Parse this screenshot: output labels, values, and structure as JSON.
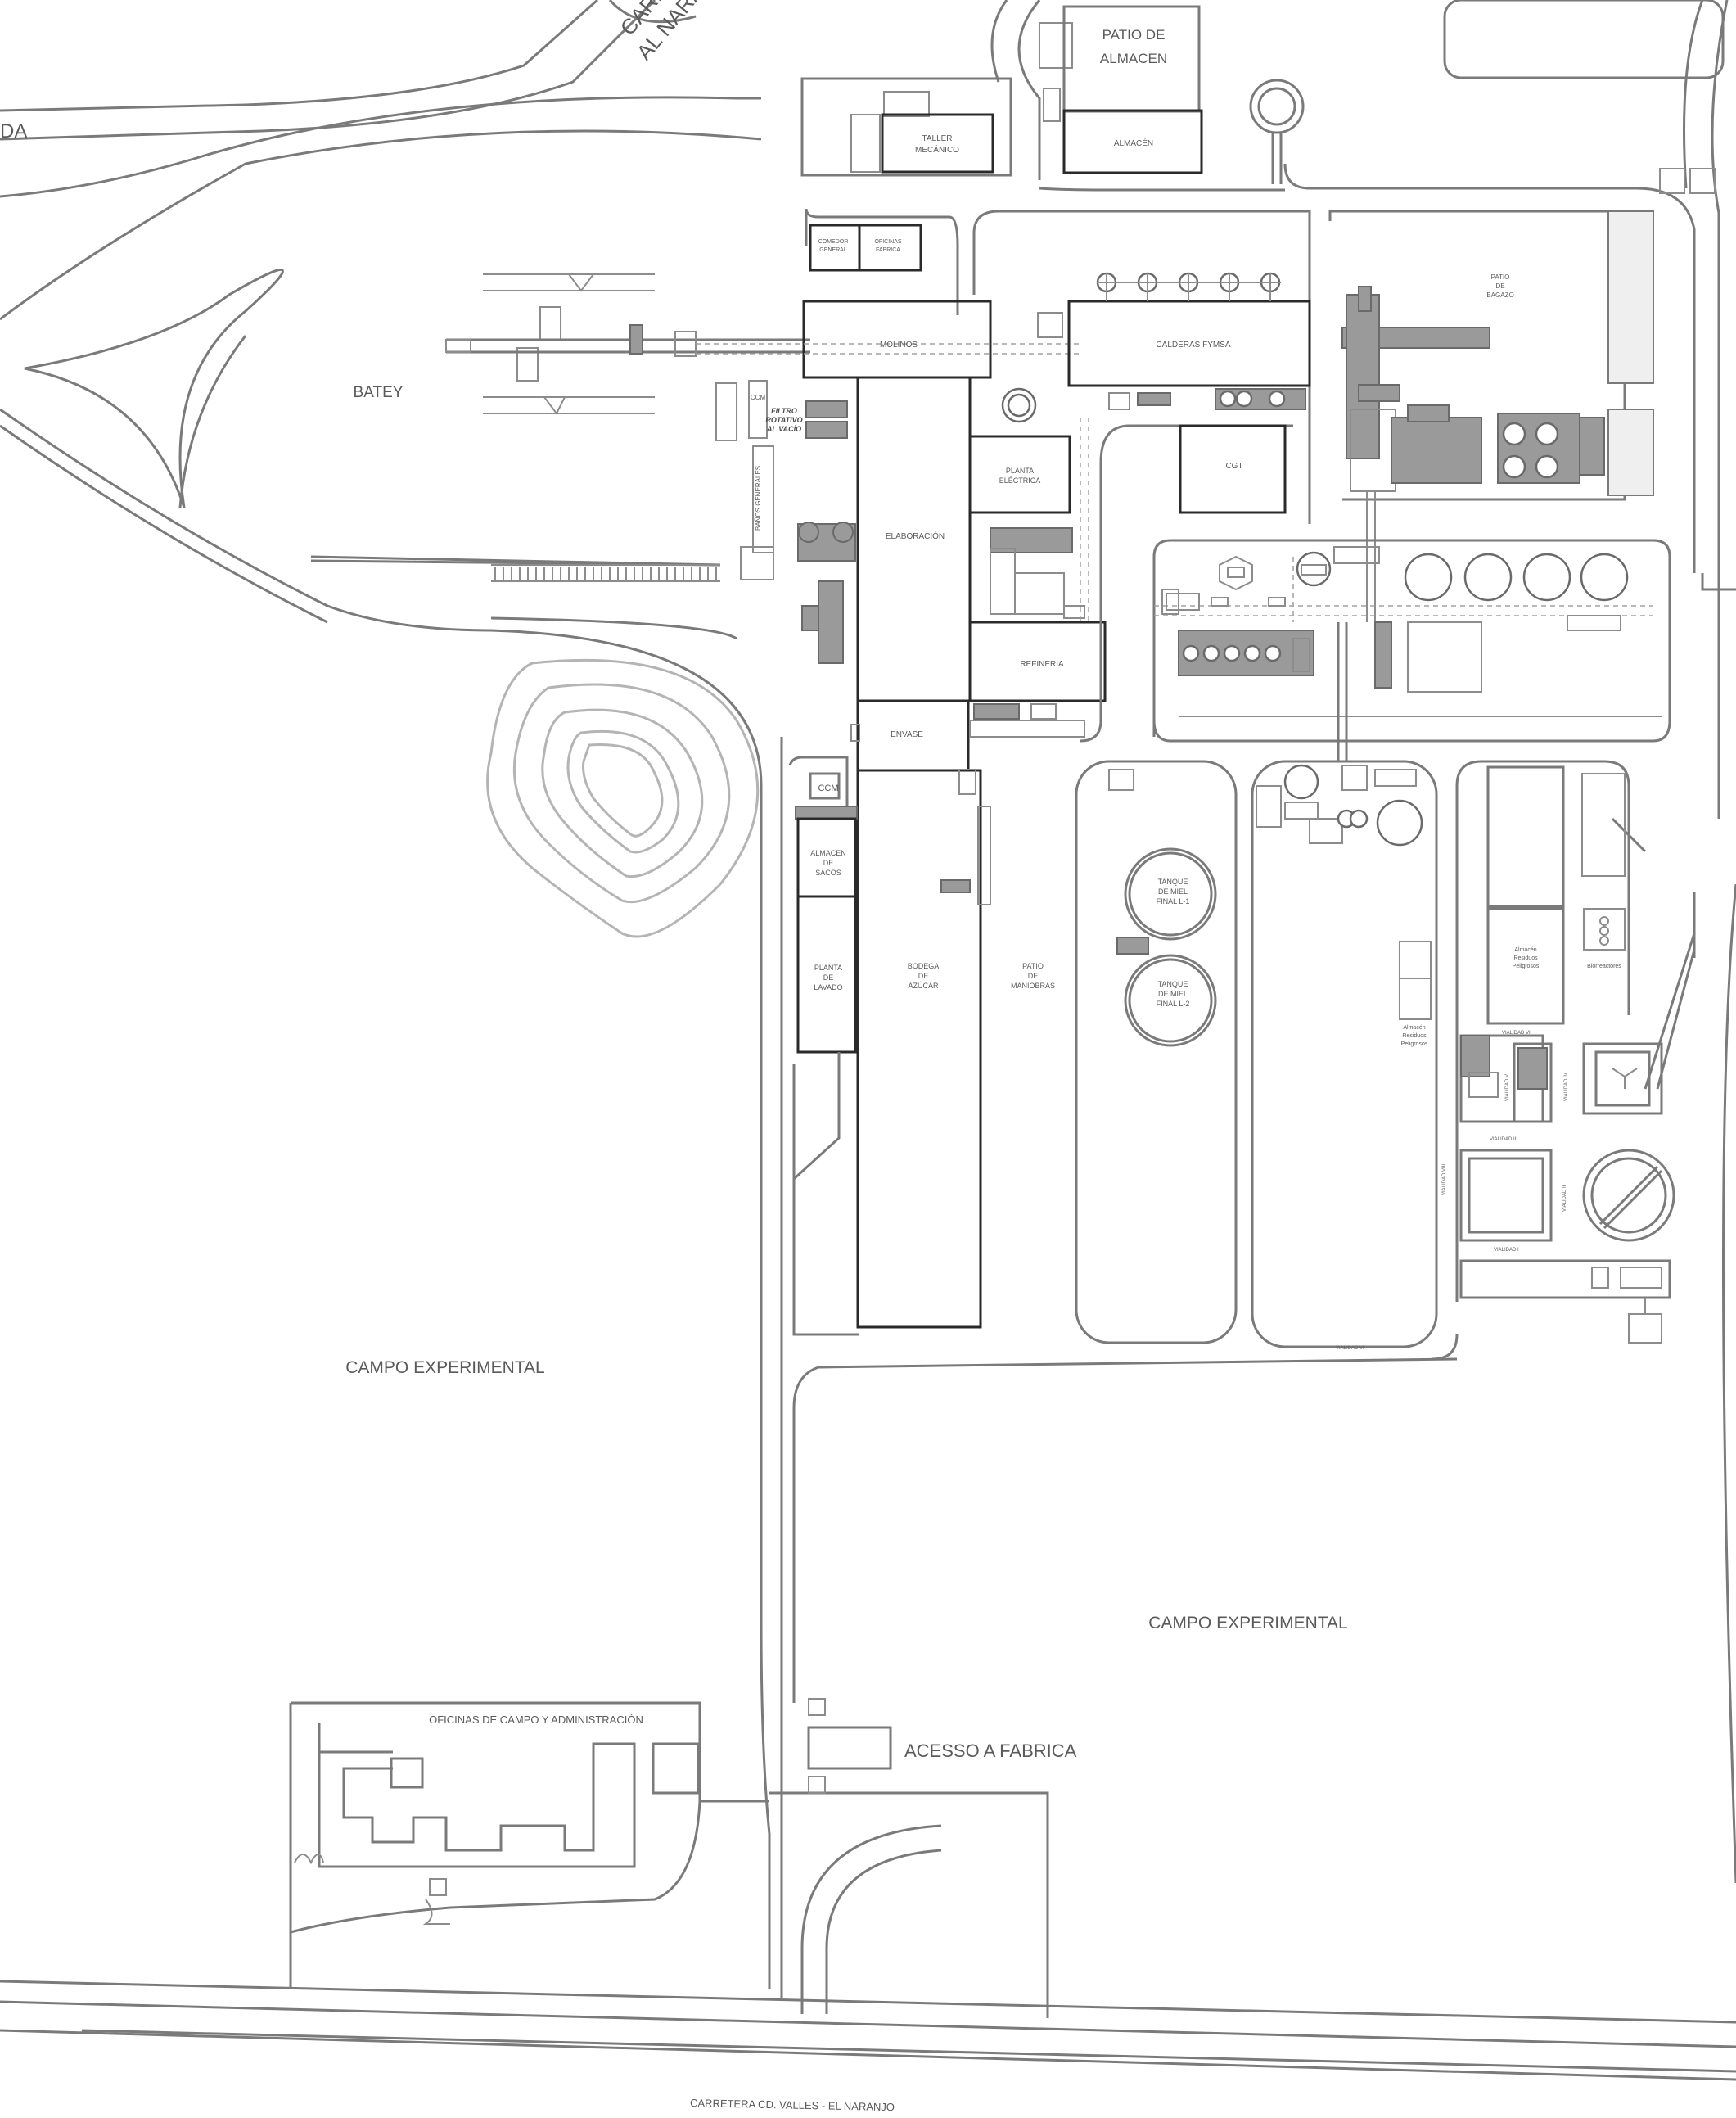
{
  "labels": {
    "carretera_top_1": "CARR",
    "carretera_top_2": "AL NARA",
    "road_left": "DA",
    "patio_almacen_1": "PATIO DE",
    "patio_almacen_2": "ALMACEN",
    "almacen": "ALMACÉN",
    "taller_1": "TALLER",
    "taller_2": "MECÁNICO",
    "comedor_1": "COMEDOR",
    "comedor_2": "GENERAL",
    "oficinas_fabrica_1": "OFICINAS",
    "oficinas_fabrica_2": "FABRICA",
    "patio_bagazo_1": "PATIO",
    "patio_bagazo_2": "DE",
    "patio_bagazo_3": "BAGAZO",
    "molinos": "MOLINOS",
    "calderas": "CALDERAS FYMSA",
    "batey": "BATEY",
    "ccm_top": "CCM",
    "filtro_1": "FILTRO",
    "filtro_2": "ROTATIVO",
    "filtro_3": "AL VACÍO",
    "banos": "BAÑOS GENERALES",
    "planta_electrica_1": "PLANTA",
    "planta_electrica_2": "ELÉCTRICA",
    "cgt": "CGT",
    "elaboracion": "ELABORACIÓN",
    "refineria": "REFINERIA",
    "envase": "ENVASE",
    "ccm": "CCM",
    "almacen_sacos_1": "ALMACEN",
    "almacen_sacos_2": "DE",
    "almacen_sacos_3": "SACOS",
    "planta_lavado_1": "PLANTA",
    "planta_lavado_2": "DE",
    "planta_lavado_3": "LAVADO",
    "bodega_1": "BODEGA",
    "bodega_2": "DE",
    "bodega_3": "AZÚCAR",
    "patio_maniobras_1": "PATIO",
    "patio_maniobras_2": "DE",
    "patio_maniobras_3": "MANIOBRAS",
    "tanque_l1_1": "TANQUE",
    "tanque_l1_2": "DE MIEL",
    "tanque_l1_3": "FINAL L-1",
    "tanque_l2_1": "TANQUE",
    "tanque_l2_2": "DE MIEL",
    "tanque_l2_3": "FINAL L-2",
    "almacen_residuos_1": "Almacén",
    "almacen_residuos_2": "Residuos",
    "almacen_residuos_3": "Peligrosos",
    "almacen_residuos_b1": "Almacén",
    "almacen_residuos_b2": "Residuos",
    "almacen_residuos_b3": "Peligrosos",
    "biorreactores": "Biorreactores",
    "vialidad_vii": "VIALIDAD VII",
    "vialidad_v": "VIALIDAD V",
    "vialidad_iv": "VIALIDAD IV",
    "vialidad_iii": "VIALIDAD III",
    "vialidad_viii": "VIALIDAD VIII",
    "vialidad_ii": "VIALIDAD II",
    "vialidad_i": "VIALIDAD I",
    "vialidad_vi": "VIALIDAD VI",
    "campo_exp_left": "CAMPO EXPERIMENTAL",
    "campo_exp_right": "CAMPO EXPERIMENTAL",
    "oficinas_campo": "OFICINAS DE CAMPO Y ADMINISTRACIÓN",
    "acceso": "ACESSO A FABRICA",
    "carretera_bottom": "CARRETERA CD. VALLES - EL NARANJO"
  }
}
